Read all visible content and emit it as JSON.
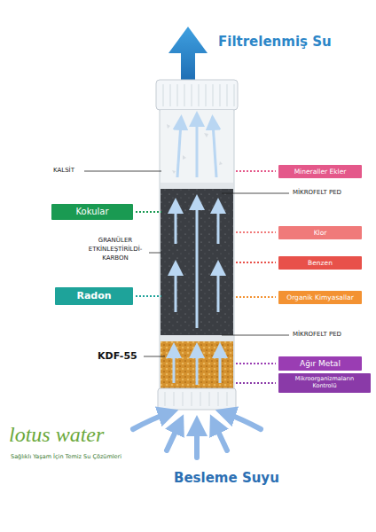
{
  "diagram": {
    "nodes": [
      {
        "text": [
          "Mineraller Ekler"
        ]
      },
      {
        "text": [
          "Kokular"
        ]
      },
      {
        "text": [
          "Klor"
        ]
      },
      {
        "text": [
          "Benzen"
        ]
      },
      {
        "text": [
          "Radon"
        ]
      },
      {
        "text": [
          "Organik Kimyasallar"
        ]
      },
      {
        "text": [
          "Ağır Metal"
        ]
      },
      {
        "text": [
          "Mikroorganizmaların Kontrolü"
        ]
      }
    ],
    "labels": [
      "Filtrelenmiş Su",
      "KALSİT",
      "MİKROFELT PED",
      "GRANÜLER ETKİNLEŞTİRİLDİ- KARBON",
      "MİKROFELT PED",
      "KDF-55",
      "Besleme Suyu",
      "lotus water",
      "Sağlıklı Yaşam İçin Temiz Su Çözümleri"
    ]
  }
}
